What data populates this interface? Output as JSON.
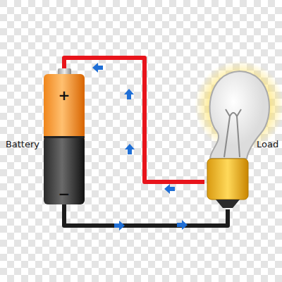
{
  "diagram": {
    "nodes": [
      {
        "text": [
          "Battery",
          "+",
          "−"
        ]
      },
      {
        "text": [
          "Load"
        ]
      }
    ],
    "edges": [
      {
        "from": 0,
        "to": 1,
        "arrow": "none"
      },
      {
        "from": 0,
        "to": 1,
        "arrow": "none"
      }
    ]
  }
}
